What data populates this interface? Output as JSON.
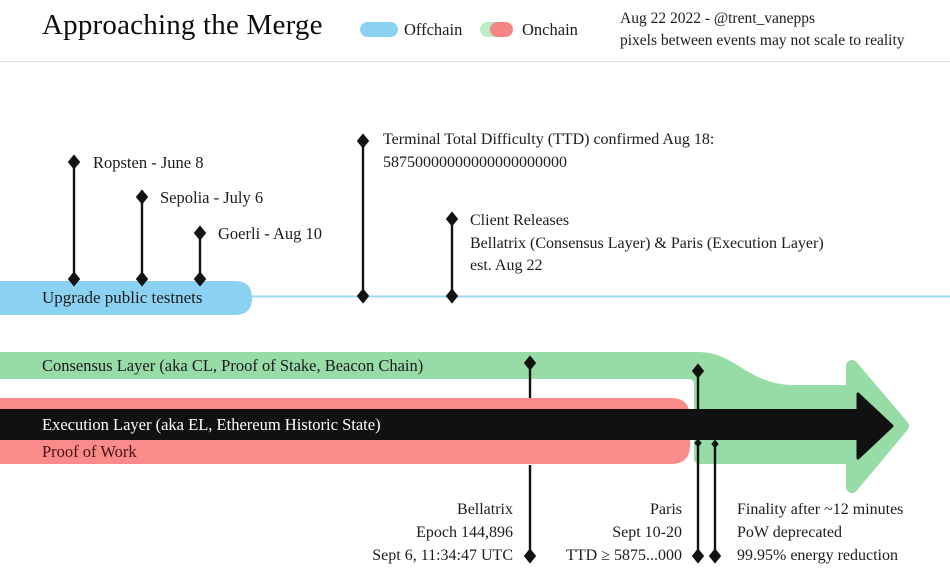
{
  "header": {
    "title": "Approaching the Merge",
    "legend": {
      "offchain_label": "Offchain",
      "onchain_label": "Onchain"
    },
    "note_line1": "Aug 22 2022 - @trent_vanepps",
    "note_line2": "pixels between events may not scale to reality"
  },
  "colors": {
    "offchain_blue": "#8bd2f2",
    "offchain_line_blue": "#9edaf6",
    "onchain_green": "#97dba7",
    "onchain_red": "#f98b8b",
    "legend_green": "#b9edc6",
    "legend_red": "#f68585",
    "arrow_black": "#111111",
    "pow_text": "#4a1113"
  },
  "testnets": {
    "band_label": "Upgrade public testnets",
    "events": [
      {
        "label": "Ropsten - June 8"
      },
      {
        "label": "Sepolia - July 6"
      },
      {
        "label": "Goerli - Aug 10"
      }
    ]
  },
  "offchain_events": {
    "ttd_line1": "Terminal Total Difficulty (TTD) confirmed Aug 18:",
    "ttd_line2": "58750000000000000000000",
    "client_line1": "Client Releases",
    "client_line2": "Bellatrix (Consensus Layer) & Paris (Execution Layer)",
    "client_line3": "est. Aug 22"
  },
  "bands": {
    "consensus_label": "Consensus Layer (aka CL, Proof of Stake, Beacon Chain)",
    "execution_label": "Execution Layer (aka EL, Ethereum Historic State)",
    "pow_label": "Proof of Work"
  },
  "bottom": {
    "bellatrix": [
      "Bellatrix",
      "Epoch 144,896",
      "Sept 6, 11:34:47 UTC"
    ],
    "paris": [
      "Paris",
      "Sept 10-20",
      "TTD ≥ 5875...000"
    ],
    "finality": [
      "Finality after ~12 minutes",
      "PoW deprecated",
      "99.95% energy reduction"
    ]
  }
}
